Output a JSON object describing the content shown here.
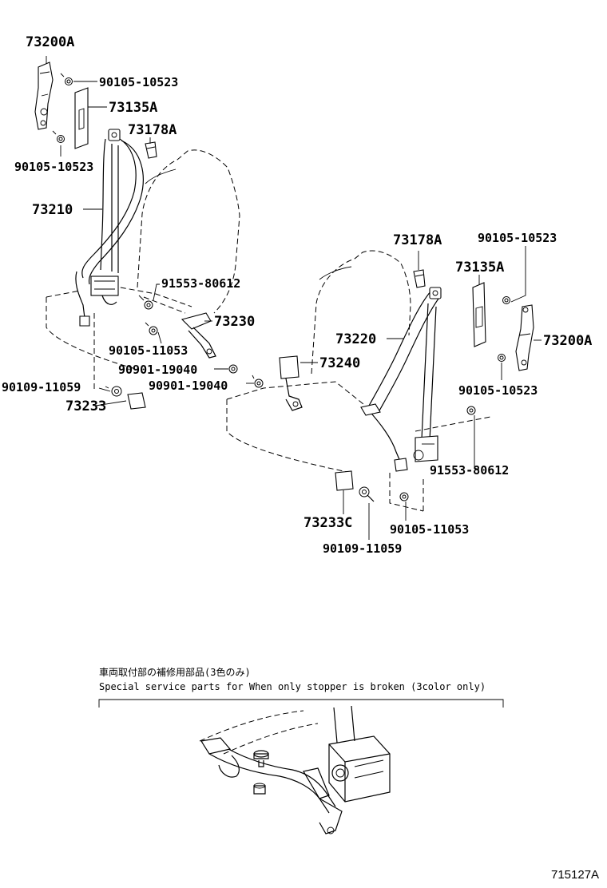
{
  "diagram": {
    "figure_number": "715127A",
    "labels": [
      {
        "id": "lbl-73200A-left",
        "text": "73200A",
        "size": "big"
      },
      {
        "id": "lbl-90105-10523-a",
        "text": "90105-10523",
        "size": "small"
      },
      {
        "id": "lbl-73135A-left",
        "text": "73135A",
        "size": "big"
      },
      {
        "id": "lbl-73178A-left",
        "text": "73178A",
        "size": "big"
      },
      {
        "id": "lbl-90105-10523-b",
        "text": "90105-10523",
        "size": "small"
      },
      {
        "id": "lbl-73210",
        "text": "73210",
        "size": "big"
      },
      {
        "id": "lbl-91553-80612-left",
        "text": "91553-80612",
        "size": "small"
      },
      {
        "id": "lbl-73230",
        "text": "73230",
        "size": "big"
      },
      {
        "id": "lbl-90105-11053-left",
        "text": "90105-11053",
        "size": "small"
      },
      {
        "id": "lbl-90901-19040-a",
        "text": "90901-19040",
        "size": "small"
      },
      {
        "id": "lbl-90901-19040-b",
        "text": "90901-19040",
        "size": "small"
      },
      {
        "id": "lbl-90109-11059-left",
        "text": "90109-11059",
        "size": "small"
      },
      {
        "id": "lbl-73233",
        "text": "73233",
        "size": "big"
      },
      {
        "id": "lbl-73178A-right",
        "text": "73178A",
        "size": "big"
      },
      {
        "id": "lbl-90105-10523-c",
        "text": "90105-10523",
        "size": "small"
      },
      {
        "id": "lbl-73135A-right",
        "text": "73135A",
        "size": "big"
      },
      {
        "id": "lbl-73220",
        "text": "73220",
        "size": "big"
      },
      {
        "id": "lbl-73200A-right",
        "text": "73200A",
        "size": "big"
      },
      {
        "id": "lbl-73240",
        "text": "73240",
        "size": "big"
      },
      {
        "id": "lbl-90105-10523-d",
        "text": "90105-10523",
        "size": "small"
      },
      {
        "id": "lbl-91553-80612-right",
        "text": "91553-80612",
        "size": "small"
      },
      {
        "id": "lbl-73233C",
        "text": "73233C",
        "size": "big"
      },
      {
        "id": "lbl-90105-11053-right",
        "text": "90105-11053",
        "size": "small"
      },
      {
        "id": "lbl-90109-11059-right",
        "text": "90109-11059",
        "size": "small"
      }
    ],
    "note": {
      "japanese": "車両取付部の補修用部品(3色のみ)",
      "english": "Special service parts for When only stopper is broken (3color only)"
    }
  }
}
